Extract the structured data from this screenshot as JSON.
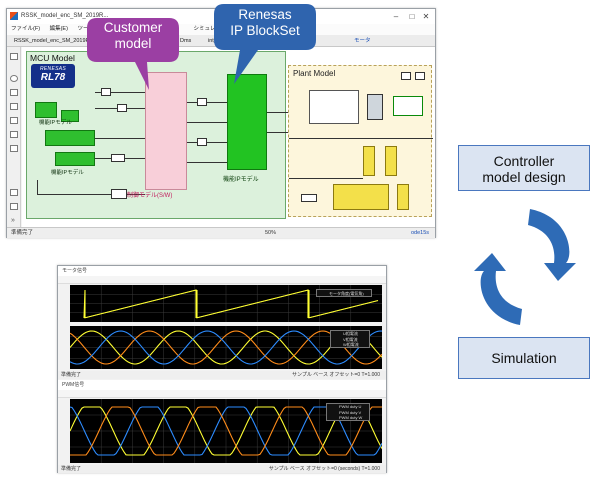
{
  "window": {
    "title": "RSSK_model_enc_SM_2019R...",
    "menu": [
      "ファイル(F)",
      "編集(E)",
      "ツール",
      "シミュレーション(S)"
    ],
    "tabs": [
      "RSSK_model_enc_SM_2019R",
      "Dms",
      "int_100us",
      "モータ"
    ],
    "status_left": "準備完了",
    "zoom": "50%",
    "solver": "ode15s"
  },
  "diagram": {
    "mcu_title": "MCU Model",
    "logo_top": "RENESAS",
    "logo_bottom": "RL78",
    "ip_model_label_1": "機能IPモデル",
    "ip_model_label_2": "機能IPモデル",
    "ip_model_label_3": "機能IPモデル",
    "control_model_label": "制御モデル(S/W)",
    "plant_title": "Plant Model"
  },
  "callouts": {
    "customer": [
      "Customer",
      "model"
    ],
    "renesas": [
      "Renesas",
      "IP BlockSet"
    ]
  },
  "scope": {
    "panel1_title": "モータ信号",
    "panel1_status": "準備完了",
    "panel1_status_right": "サンプル ベース  オフセット=0    T=1.000",
    "panel1_legend": "モータ角度(電気角)",
    "panel2_legend": [
      "U相電流",
      "V相電流",
      "W相電流"
    ],
    "panel3_title": "PWM信号",
    "panel3_status": "準備完了",
    "panel3_status_right": "サンプル ベース  オフセット=0 (seconds)    T=1.000",
    "panel3_legend": [
      "PWM duty U",
      "PWM duty V",
      "PWM duty W"
    ]
  },
  "right": {
    "controller_box": [
      "Controller",
      "model design"
    ],
    "simulation_box": "Simulation"
  },
  "colors": {
    "bubble_purple": "#9b3fa3",
    "bubble_blue": "#2f64ae",
    "cycle_blue": "#2e6bb6",
    "trace_yellow": "#ffff33",
    "trace_orange": "#ff8c1a",
    "trace_blue": "#2d8cff",
    "trace_cyan": "#30d6ff"
  }
}
